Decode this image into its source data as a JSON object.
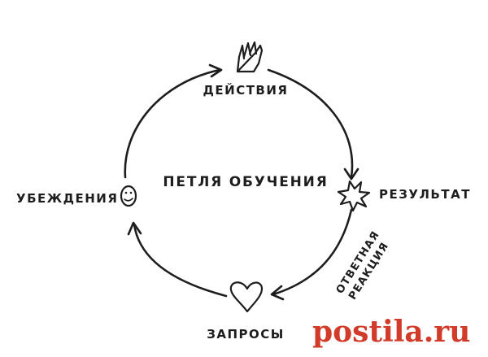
{
  "diagram": {
    "center_label": "ПЕТЛЯ ОБУЧЕНИЯ",
    "nodes": {
      "actions": "ДЕЙСТВИЯ",
      "result": "РЕЗУЛЬТАТ",
      "queries": "ЗАПРОСЫ",
      "beliefs": "УБЕЖДЕНИЯ"
    },
    "edge_label": {
      "line1": "ОТВЕТНАЯ",
      "line2": "РЕАКЦИЯ"
    },
    "icons": {
      "actions": "hand-icon",
      "result": "burst-icon",
      "queries": "heart-icon",
      "beliefs": "smiley-face-icon"
    }
  },
  "watermark": {
    "text": "postila.ru",
    "color": "#d23a2a"
  }
}
